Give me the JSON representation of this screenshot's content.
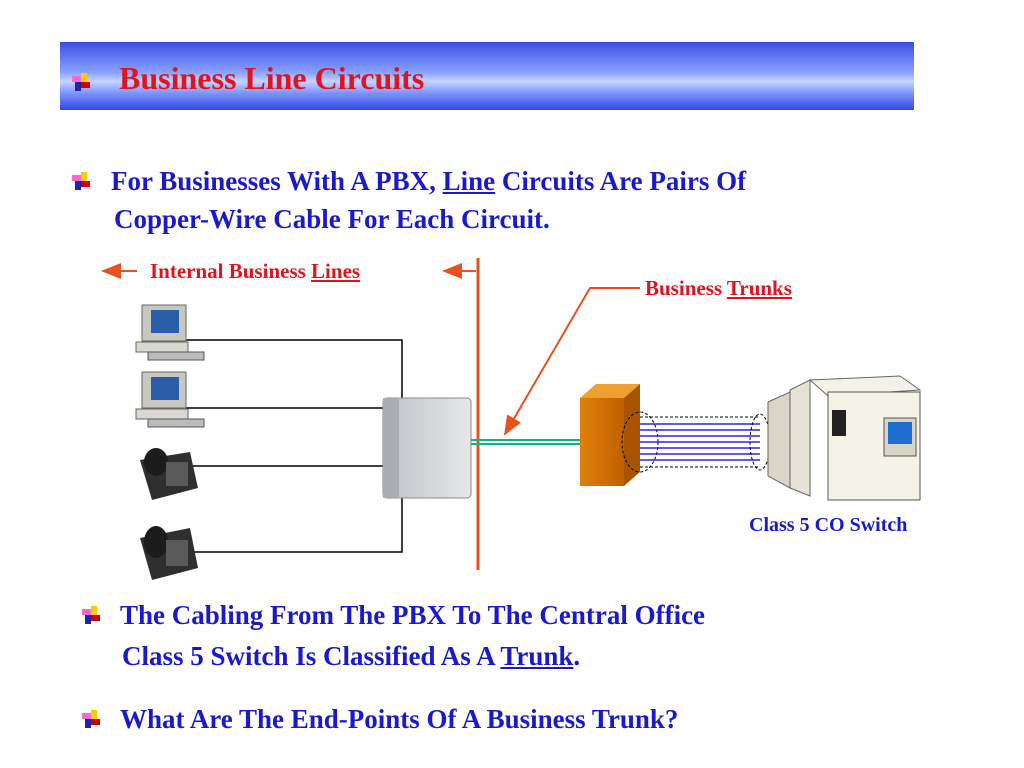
{
  "slide": {
    "title": "Business Line Circuits",
    "bullet1": {
      "pre": "For Businesses With A PBX, ",
      "underlined": "Line",
      "post": " Circuits Are Pairs Of",
      "line2": "Copper-Wire Cable For Each Circuit."
    },
    "diagram": {
      "internal_pre": "Internal Business ",
      "internal_underlined": "Lines",
      "trunks_pre": "Business ",
      "trunks_underlined": "Trunks",
      "switch_label": "Class 5 CO Switch"
    },
    "bullet2": {
      "line1": "The Cabling From The PBX To The Central Office",
      "line2_pre": "Class 5 Switch Is Classified As A ",
      "line2_underlined": "Trunk",
      "line2_post": "."
    },
    "bullet3": "What Are The End-Points Of A Business Trunk?"
  },
  "icons": {
    "bullet": "pinwheel-bullet-icon"
  },
  "colors": {
    "title": "#e0141e",
    "body": "#1a1acc",
    "accent": "#e8501e"
  }
}
